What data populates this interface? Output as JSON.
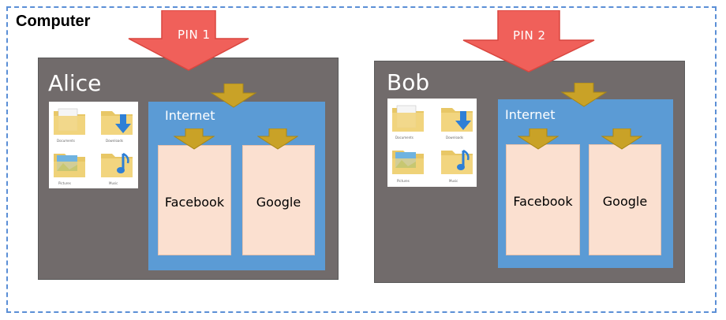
{
  "computer": {
    "label": "Computer"
  },
  "users": [
    {
      "name": "Alice",
      "pin_label": "PIN 1",
      "internet_label": "Internet",
      "sites": [
        "Facebook",
        "Google"
      ],
      "folders": [
        "Documents",
        "Downloads",
        "Pictures",
        "Music"
      ]
    },
    {
      "name": "Bob",
      "pin_label": "PIN 2",
      "internet_label": "Internet",
      "sites": [
        "Facebook",
        "Google"
      ],
      "folders": [
        "Documents",
        "Downloads",
        "Pictures",
        "Music"
      ]
    }
  ],
  "colors": {
    "frame_dash": "#5b8fd6",
    "user_box": "#716b6b",
    "internet_box": "#5b9bd5",
    "site_box": "#fbe0d0",
    "pin_arrow": "#f0605a",
    "gold_arrow": "#c9a227"
  }
}
